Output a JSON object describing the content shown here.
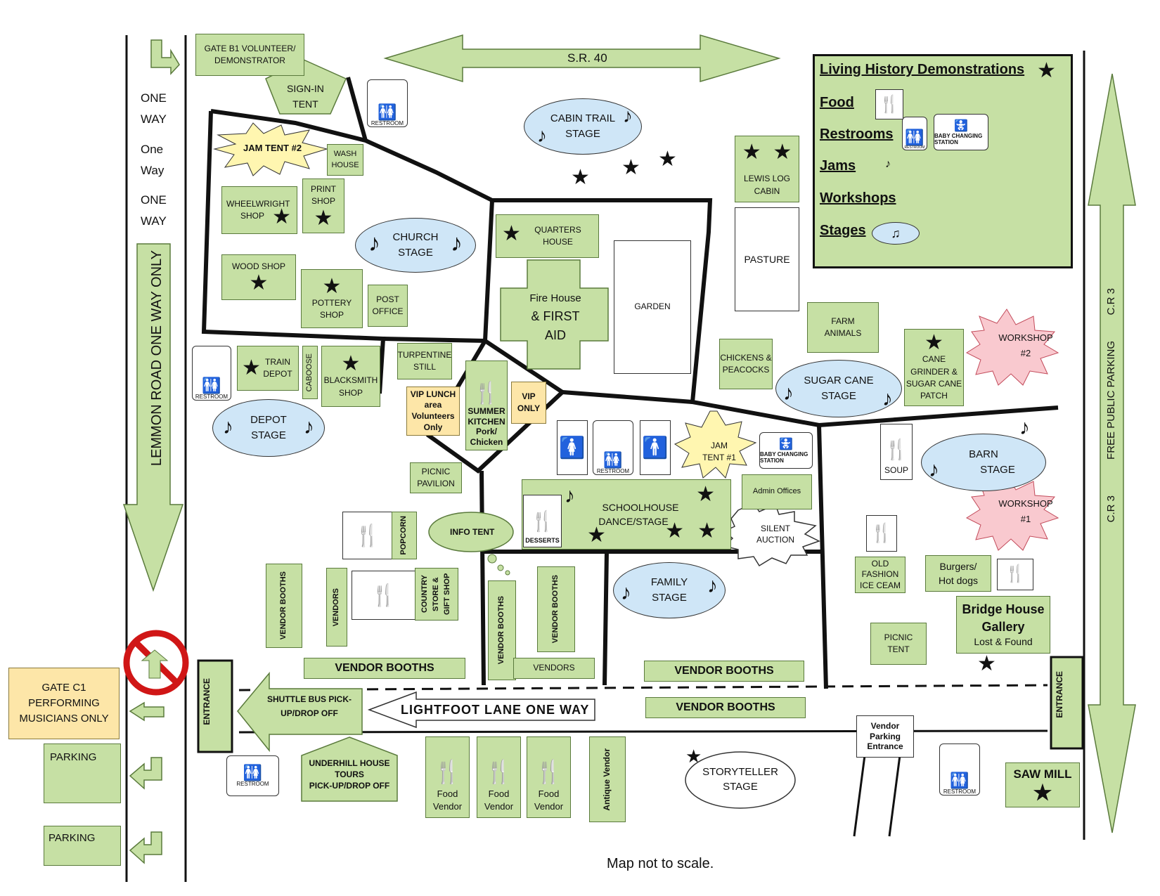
{
  "legend": {
    "living_history": "Living History Demonstrations",
    "food": "Food",
    "restrooms": "Restrooms",
    "jams": "Jams",
    "workshops": "Workshops",
    "stages": "Stages",
    "restroom_label": "RESTROOM",
    "baby_station": "BABY CHANGING STATION"
  },
  "roads": {
    "sr40": "S.R. 40",
    "lemmon": "LEMMON ROAD ONE WAY ONLY",
    "one_way_1a": "ONE",
    "one_way_1b": "WAY",
    "one_way_2a": "One",
    "one_way_2b": "Way",
    "one_way_3a": "ONE",
    "one_way_3b": "WAY",
    "cr3_top": "C.R 3",
    "free_parking": "FREE PUBLIC PARKING",
    "cr3_bottom": "C.R 3",
    "lightfoot": "LIGHTFOOT LANE ONE WAY"
  },
  "gates": {
    "b1_a": "GATE B1 VOLUNTEER/",
    "b1_b": "DEMONSTRATOR",
    "c1_a": "GATE C1",
    "c1_b": "PERFORMING",
    "c1_c": "MUSICIANS ONLY",
    "parking1": "PARKING",
    "parking2": "PARKING",
    "entrance_left": "ENTRANCE",
    "entrance_right": "ENTRANCE"
  },
  "places": {
    "sign_in_a": "SIGN-IN",
    "sign_in_b": "TENT",
    "jam2": "JAM TENT #2",
    "wash_a": "WASH",
    "wash_b": "HOUSE",
    "print_a": "PRINT",
    "print_b": "SHOP",
    "wheel_a": "WHEELWRIGHT",
    "wheel_b": "SHOP",
    "wood": "WOOD SHOP",
    "pottery_a": "POTTERY",
    "pottery_b": "SHOP",
    "post_a": "POST",
    "post_b": "OFFICE",
    "church_a": "CHURCH",
    "church_b": "STAGE",
    "cabin_a": "CABIN TRAIL",
    "cabin_b": "STAGE",
    "quarters_a": "QUARTERS",
    "quarters_b": "HOUSE",
    "fire_a": "Fire House",
    "fire_b": "& FIRST",
    "fire_c": "AID",
    "garden": "GARDEN",
    "lewis_a": "LEWIS LOG",
    "lewis_b": "CABIN",
    "pasture": "PASTURE",
    "farm_a": "FARM",
    "farm_b": "ANIMALS",
    "chickens_a": "CHICKENS &",
    "chickens_b": "PEACOCKS",
    "sugar_a": "SUGAR CANE",
    "sugar_b": "STAGE",
    "cane_a": "CANE",
    "cane_b": "GRINDER &",
    "cane_c": "SUGAR CANE",
    "cane_d": "PATCH",
    "ws2_a": "WORKSHOP",
    "ws2_b": "#2",
    "train_a": "TRAIN",
    "train_b": "DEPOT",
    "caboose": "CABOOSE",
    "black_a": "BLACKSMITH",
    "black_b": "SHOP",
    "turp_a": "TURPENTINE",
    "turp_b": "STILL",
    "vip_lunch_a": "VIP LUNCH",
    "vip_lunch_b": "area",
    "vip_lunch_c": "Volunteers",
    "vip_lunch_d": "Only",
    "summer_a": "SUMMER",
    "summer_b": "KITCHEN",
    "summer_c": "Pork/",
    "summer_d": "Chicken",
    "vip_a": "VIP",
    "vip_b": "ONLY",
    "depot_a": "DEPOT",
    "depot_b": "STAGE",
    "picnic_pav_a": "PICNIC",
    "picnic_pav_b": "PAVILION",
    "jam1_a": "JAM",
    "jam1_b": "TENT #1",
    "admin": "Admin Offices",
    "school_a": "SCHOOLHOUSE",
    "school_b": "DANCE/STAGE",
    "desserts": "DESSERTS",
    "silent_a": "SILENT",
    "silent_b": "AUCTION",
    "soup": "SOUP",
    "barn_a": "BARN",
    "barn_b": "STAGE",
    "ws1_a": "WORKSHOP",
    "ws1_b": "#1",
    "popcorn": "POPCORN",
    "info": "INFO TENT",
    "old_a": "OLD",
    "old_b": "FASHION",
    "old_c": "ICE CEAM",
    "burgers_a": "Burgers/",
    "burgers_b": "Hot dogs",
    "bridge_a": "Bridge House",
    "bridge_b": "Gallery",
    "bridge_c": "Lost & Found",
    "vendor_booths_v1": "VENDOR BOOTHS",
    "vendors_v1": "VENDORS",
    "country": "COUNTRY STORE & GIFT SHOP",
    "vendor_booths_v2": "VENDOR BOOTHS",
    "vendor_booths_v3": "VENDOR BOOTHS",
    "family_a": "FAMILY",
    "family_b": "STAGE",
    "picnic_tent_a": "PICNIC",
    "picnic_tent_b": "TENT",
    "vendor_booths_h1": "VENDOR BOOTHS",
    "vendors_h": "VENDORS",
    "vendor_booths_h2": "VENDOR BOOTHS",
    "vendor_booths_h3": "VENDOR BOOTHS",
    "shuttle_a": "SHUTTLE BUS PICK-",
    "shuttle_b": "UP/DROP OFF",
    "underhill_a": "UNDERHILL HOUSE",
    "underhill_b": "TOURS",
    "underhill_c": "PICK-UP/DROP OFF",
    "food_vendor_a": "Food",
    "food_vendor_b": "Vendor",
    "antique": "Antique Vendor",
    "story_a": "STORYTELLER",
    "story_b": "STAGE",
    "vendor_parking_a": "Vendor",
    "vendor_parking_b": "Parking",
    "vendor_parking_c": "Entrance",
    "saw": "SAW MILL"
  },
  "footer": "Map not to scale.",
  "colors": {
    "green": "#c6e0a4",
    "blue": "#cfe6f7",
    "pink": "#f9c9cf",
    "yellow": "#fff6b0",
    "tan": "#fde6a8"
  }
}
